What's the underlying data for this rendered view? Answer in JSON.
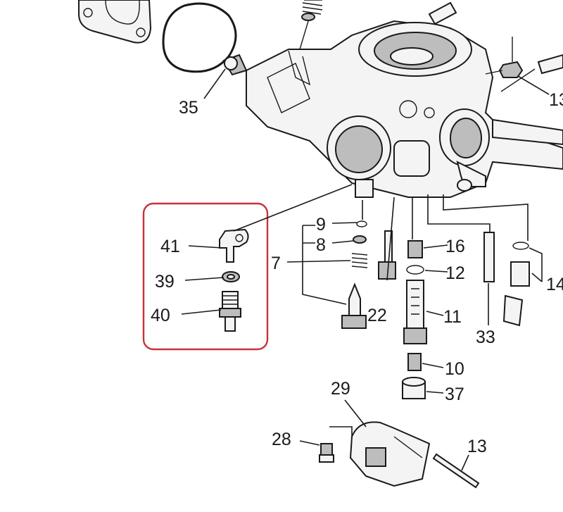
{
  "highlight_color": "#c8323c",
  "labels": {
    "l35": "35",
    "l9": "9",
    "l8": "8",
    "l7": "7",
    "l41": "41",
    "l39": "39",
    "l40": "40",
    "l16": "16",
    "l12": "12",
    "l22": "22",
    "l11": "11",
    "l33": "33",
    "l14": "14",
    "l10": "10",
    "l37": "37",
    "l29": "29",
    "l28": "28",
    "l13": "13",
    "l13b": "13"
  }
}
